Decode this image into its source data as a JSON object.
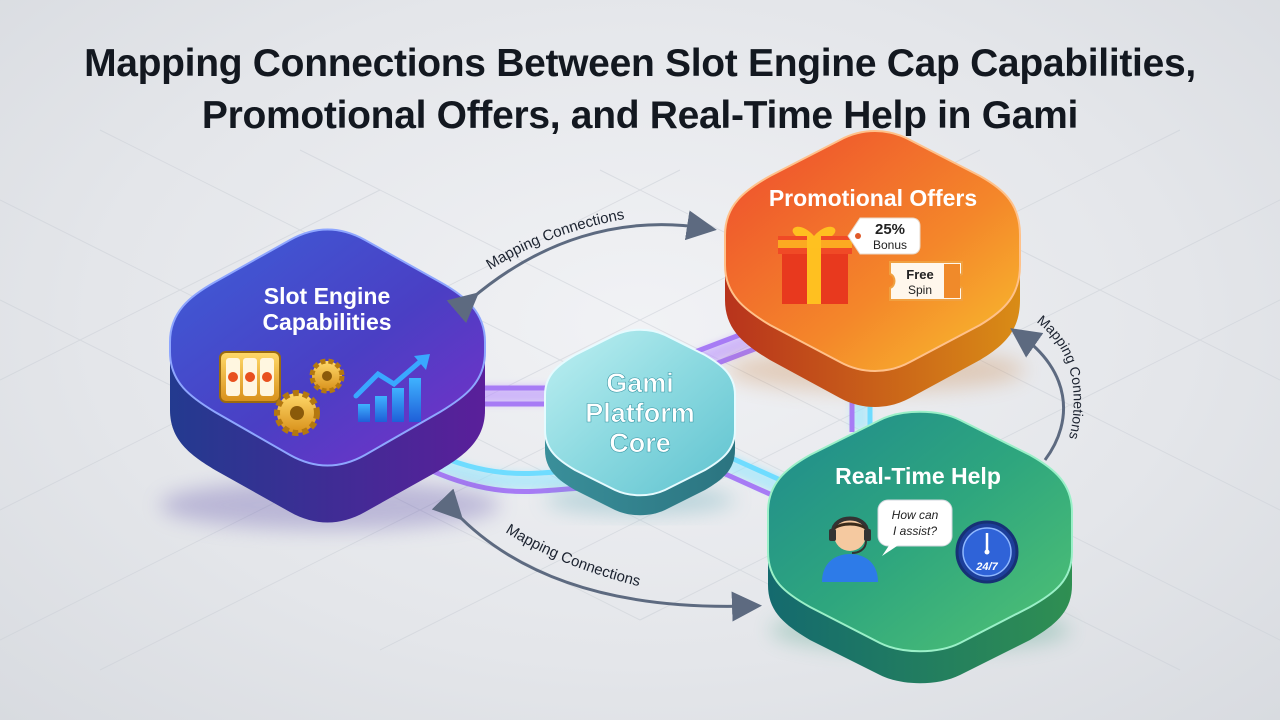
{
  "title": {
    "line1": "Mapping Connections Between Slot Engine Cap Capabilities,",
    "line2": "Promotional Offers, and Real-Time Help in Gami"
  },
  "nodes": {
    "slot_engine": {
      "line1": "Slot Engine",
      "line2": "Capabilities",
      "color": "#4f47c8"
    },
    "core": {
      "line1": "Gami",
      "line2": "Platform",
      "line3": "Core",
      "color": "#8fdde4"
    },
    "promo": {
      "title": "Promotional Offers",
      "bonus_line1": "25%",
      "bonus_line2": "Bonus",
      "spin_line1": "Free",
      "spin_line2": "Spin",
      "color": "#f06a2c"
    },
    "help": {
      "title": "Real-Time Help",
      "bubble_line1": "How can",
      "bubble_line2": "I assist?",
      "clock_label": "24/7",
      "color": "#34b07c"
    }
  },
  "connections": {
    "top_label": "Mapping Connections",
    "right_label": "Mapping Connetions",
    "bottom_label": "Mapping Connections"
  },
  "icons": [
    "slot-reels-icon",
    "gear-icon",
    "growth-chart-icon",
    "gift-box-icon",
    "tag-icon",
    "ticket-icon",
    "support-agent-icon",
    "chat-bubble-icon",
    "clock-icon"
  ]
}
